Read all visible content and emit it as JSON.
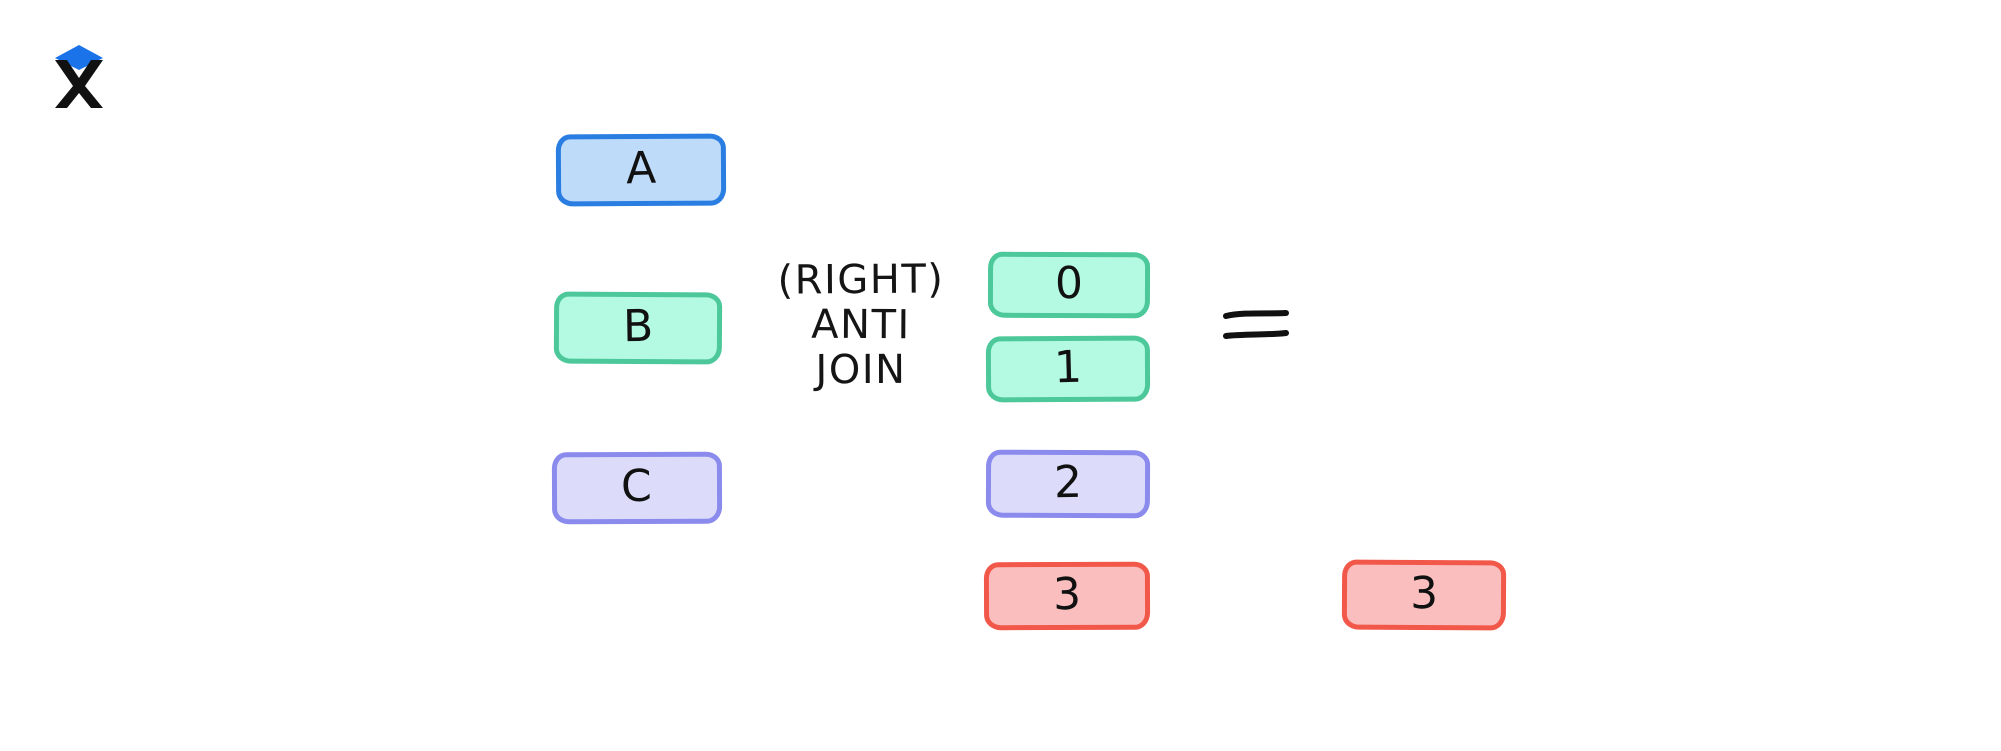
{
  "logo": {
    "name": "x-diamond-logo",
    "mark_color": "#111111",
    "accent_color": "#1a73e8"
  },
  "diagram": {
    "type": "set-operation",
    "operator_lines": [
      "(RIGHT)",
      "ANTI",
      "JOIN"
    ],
    "equals_symbol": "=",
    "left_column": [
      {
        "label": "A",
        "theme": "blue",
        "fill": "#bedcfa",
        "stroke": "#2a7de1"
      },
      {
        "label": "B",
        "theme": "green",
        "fill": "#b4fae2",
        "stroke": "#4dc89b"
      },
      {
        "label": "C",
        "theme": "lavender",
        "fill": "#dcdcfa",
        "stroke": "#8b8bed"
      }
    ],
    "right_column": [
      {
        "label": "0",
        "theme": "green",
        "fill": "#b4fae2",
        "stroke": "#4dc89b"
      },
      {
        "label": "1",
        "theme": "green",
        "fill": "#b4fae2",
        "stroke": "#4dc89b"
      },
      {
        "label": "2",
        "theme": "lavender",
        "fill": "#dcdcfa",
        "stroke": "#8b8bed"
      },
      {
        "label": "3",
        "theme": "red",
        "fill": "#fabebe",
        "stroke": "#f2584a"
      }
    ],
    "result_column": [
      {
        "label": "3",
        "theme": "red",
        "fill": "#fabebe",
        "stroke": "#f2584a"
      }
    ]
  },
  "colors": {
    "background": "#ffffff",
    "ink": "#111111",
    "blue_fill": "#bedcfa",
    "blue_stroke": "#2a7de1",
    "green_fill": "#b4fae2",
    "green_stroke": "#4dc89b",
    "lavender_fill": "#dcdcfa",
    "lavender_stroke": "#8b8bed",
    "red_fill": "#fabebe",
    "red_stroke": "#f2584a"
  }
}
